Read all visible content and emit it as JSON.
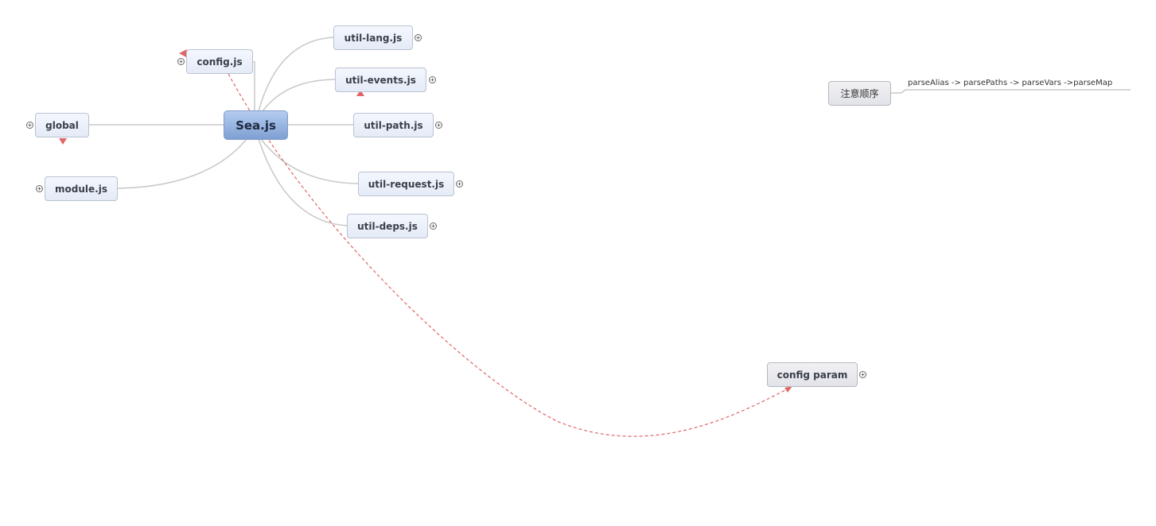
{
  "central": {
    "label": "Sea.js"
  },
  "branches": {
    "config": "config.js",
    "global": "global",
    "module": "module.js",
    "util_lang": "util-lang.js",
    "util_events": "util-events.js",
    "util_path": "util-path.js",
    "util_request": "util-request.js",
    "util_deps": "util-deps.js"
  },
  "floating": {
    "config_param": "config param"
  },
  "note": {
    "label": "注意顺序",
    "detail": "parseAlias -> parsePaths -> parseVars ->parseMap"
  },
  "expander_symbol": "+",
  "colors": {
    "relationship": "#e06666",
    "connector": "#c8c8c8",
    "central_fill": "#8fabdd",
    "topic_fill": "#e8eef8"
  }
}
